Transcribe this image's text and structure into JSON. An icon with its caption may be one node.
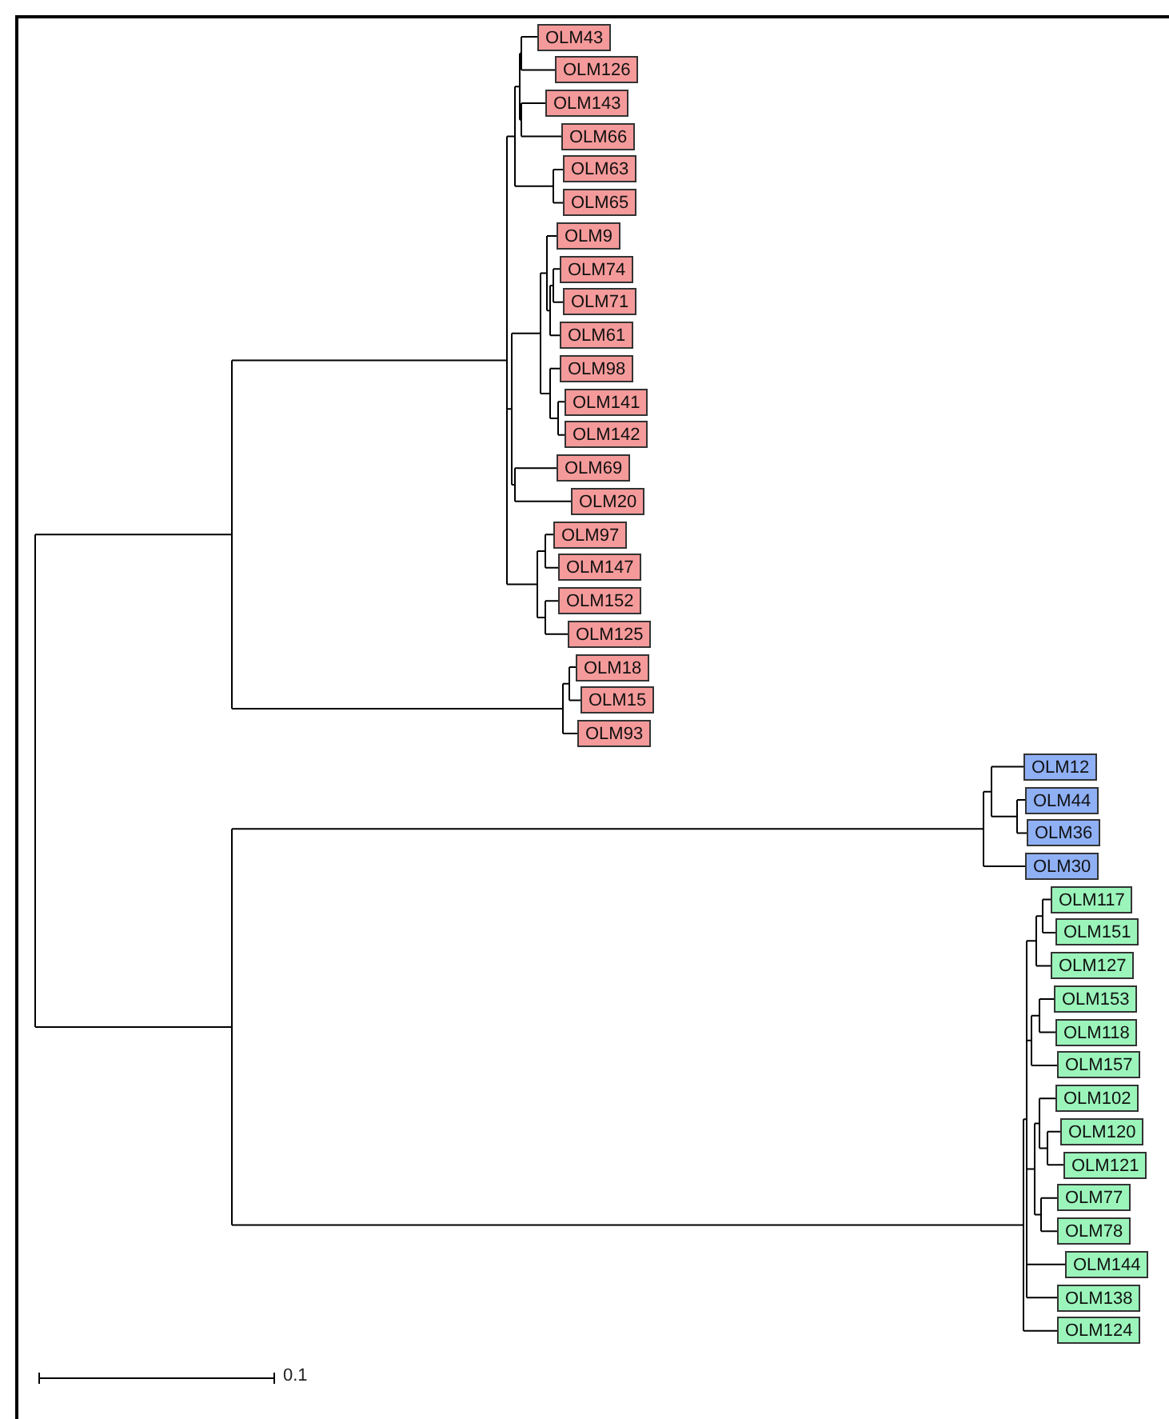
{
  "diagram": {
    "nodes": [
      {
        "text": [
          "OLM43"
        ]
      },
      {
        "text": [
          "OLM126"
        ]
      },
      {
        "text": [
          "OLM143"
        ]
      },
      {
        "text": [
          "OLM66"
        ]
      },
      {
        "text": [
          "OLM63"
        ]
      },
      {
        "text": [
          "OLM65"
        ]
      },
      {
        "text": [
          "OLM9"
        ]
      },
      {
        "text": [
          "OLM74"
        ]
      },
      {
        "text": [
          "OLM71"
        ]
      },
      {
        "text": [
          "OLM61"
        ]
      },
      {
        "text": [
          "OLM98"
        ]
      },
      {
        "text": [
          "OLM141"
        ]
      },
      {
        "text": [
          "OLM142"
        ]
      },
      {
        "text": [
          "OLM69"
        ]
      },
      {
        "text": [
          "OLM20"
        ]
      },
      {
        "text": [
          "OLM97"
        ]
      },
      {
        "text": [
          "OLM147"
        ]
      },
      {
        "text": [
          "OLM152"
        ]
      },
      {
        "text": [
          "OLM125"
        ]
      },
      {
        "text": [
          "OLM18"
        ]
      },
      {
        "text": [
          "OLM15"
        ]
      },
      {
        "text": [
          "OLM93"
        ]
      },
      {
        "text": [
          "OLM12"
        ]
      },
      {
        "text": [
          "OLM44"
        ]
      },
      {
        "text": [
          "OLM36"
        ]
      },
      {
        "text": [
          "OLM30"
        ]
      },
      {
        "text": [
          "OLM117"
        ]
      },
      {
        "text": [
          "OLM151"
        ]
      },
      {
        "text": [
          "OLM127"
        ]
      },
      {
        "text": [
          "OLM153"
        ]
      },
      {
        "text": [
          "OLM118"
        ]
      },
      {
        "text": [
          "OLM157"
        ]
      },
      {
        "text": [
          "OLM102"
        ]
      },
      {
        "text": [
          "OLM120"
        ]
      },
      {
        "text": [
          "OLM121"
        ]
      },
      {
        "text": [
          "OLM77"
        ]
      },
      {
        "text": [
          "OLM78"
        ]
      },
      {
        "text": [
          "OLM144"
        ]
      },
      {
        "text": [
          "OLM138"
        ]
      },
      {
        "text": [
          "OLM124"
        ]
      }
    ],
    "labels": [
      "0.1"
    ]
  }
}
